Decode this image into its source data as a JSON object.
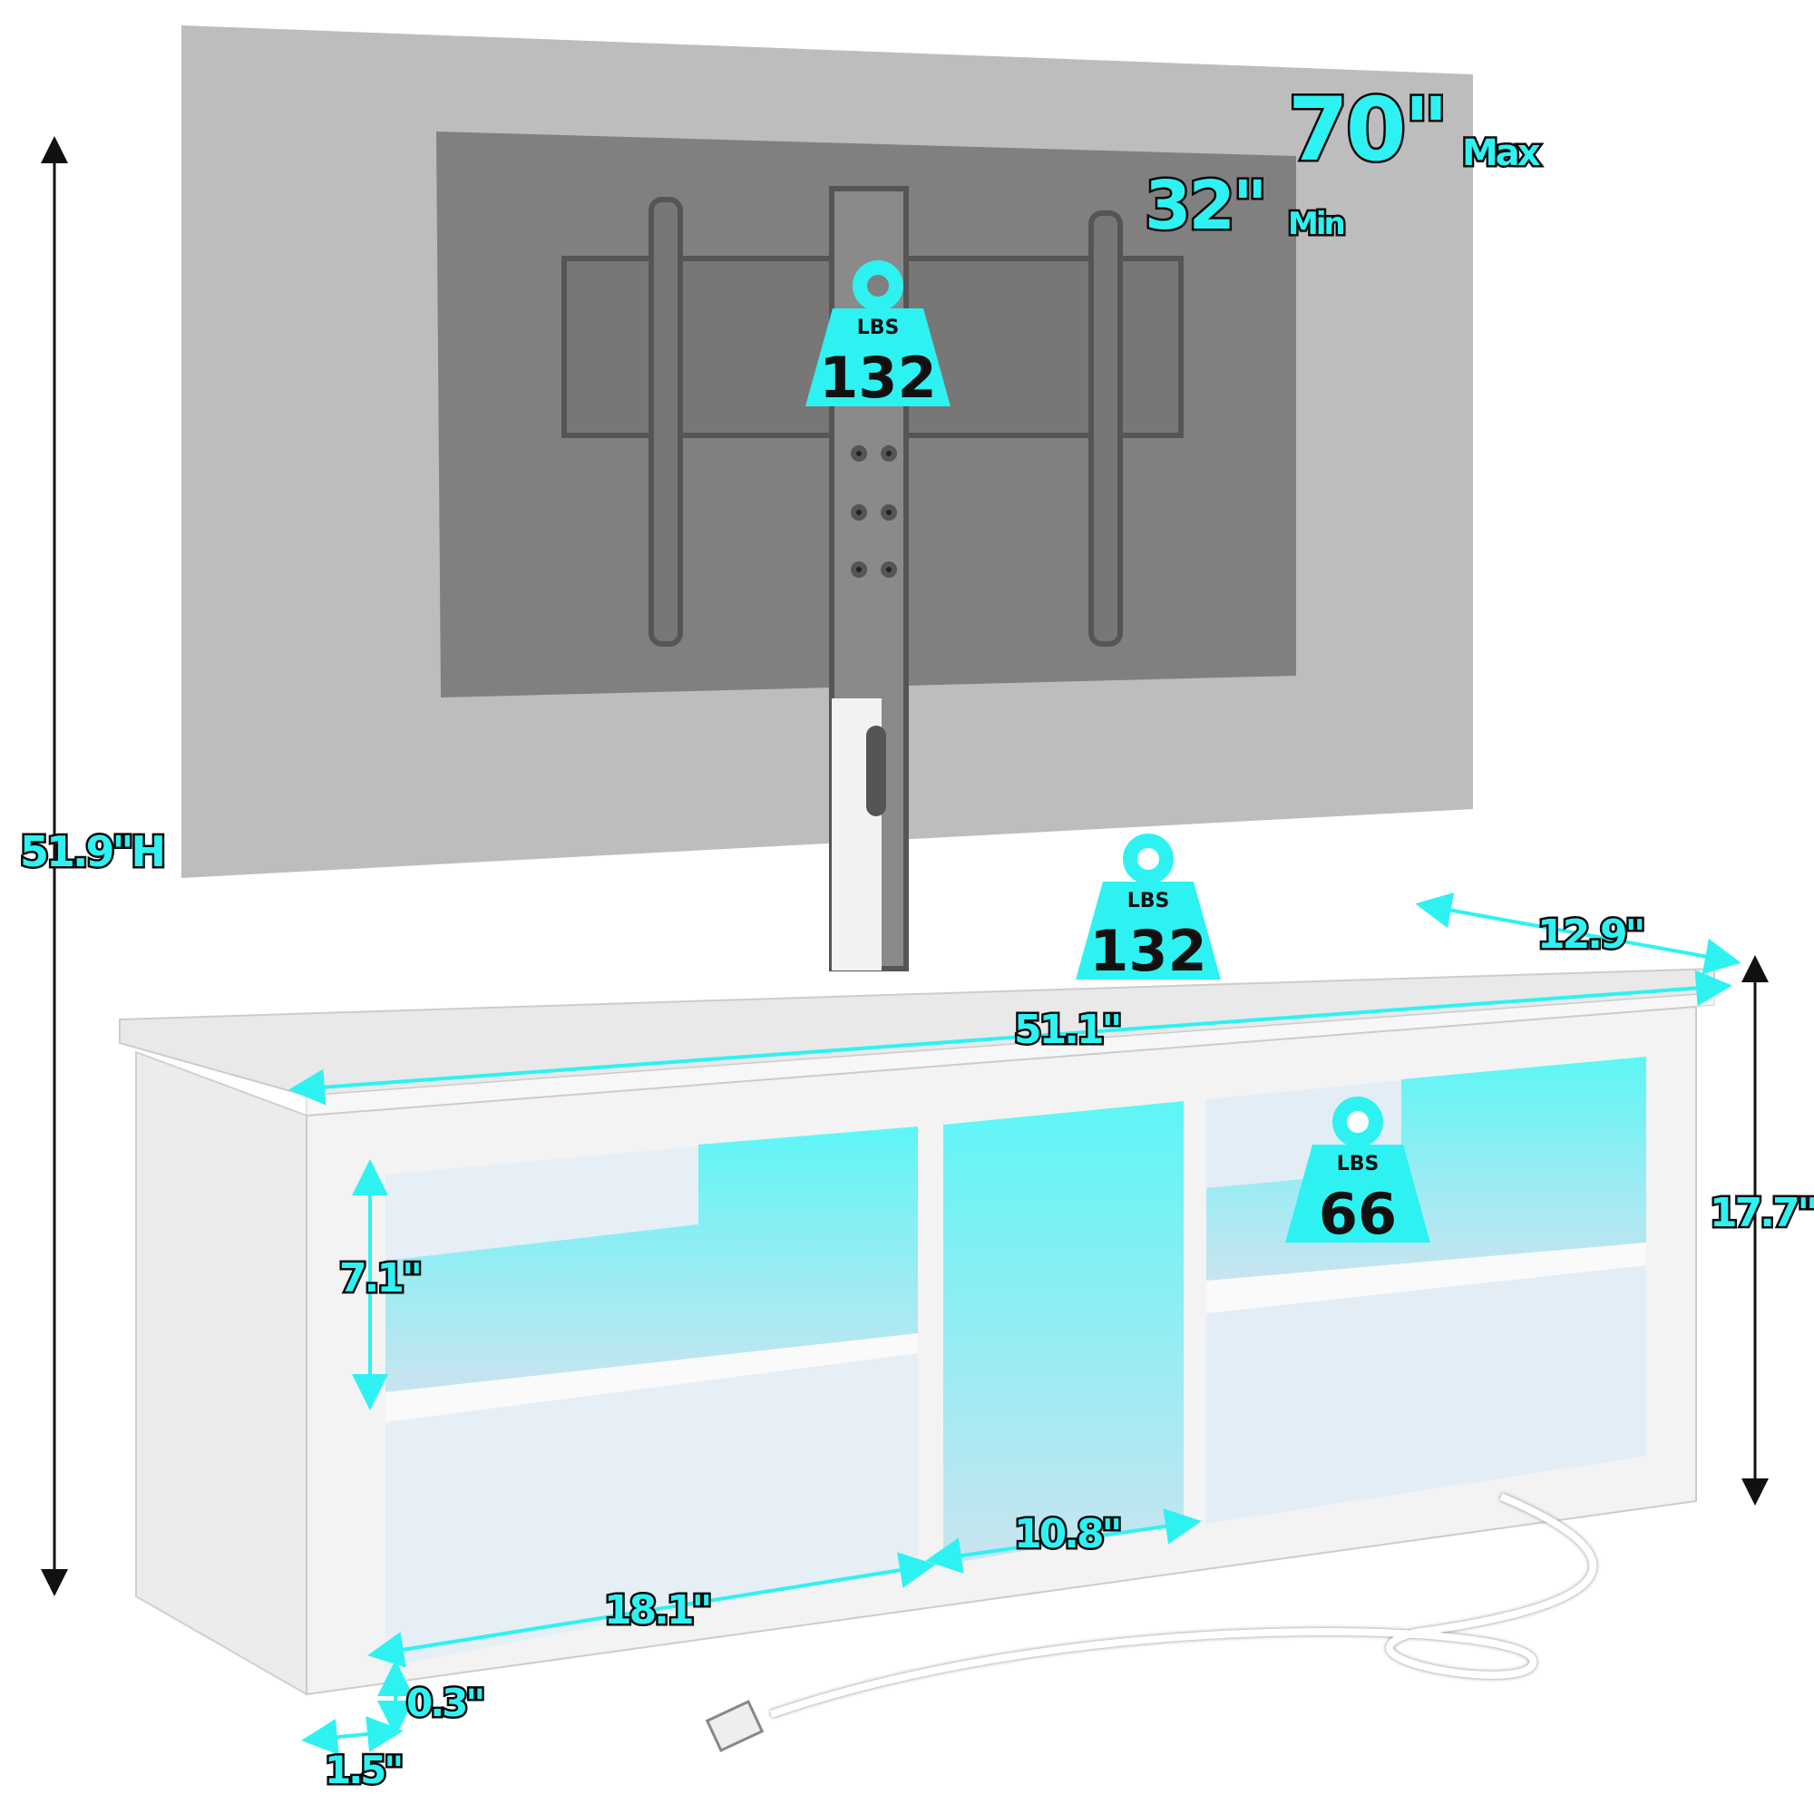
{
  "tv_sizes": {
    "max_value": "70\"",
    "max_label": "Max",
    "min_value": "32\"",
    "min_label": "Min"
  },
  "weights": [
    {
      "unit": "LBS",
      "value": "132"
    },
    {
      "unit": "LBS",
      "value": "132"
    },
    {
      "unit": "LBS",
      "value": "66"
    }
  ],
  "dimensions": {
    "total_height": "51.9\"H",
    "width": "51.1\"",
    "depth": "12.9\"",
    "stand_height": "17.7\"",
    "shelf_height": "7.1\"",
    "middle_width": "10.8\"",
    "side_width": "18.1\"",
    "bottom_gap": "0.3\"",
    "leg_width": "1.5\""
  },
  "colors": {
    "accent": "#2ef2f2",
    "tv_outer": "#bdbdbd",
    "tv_inner": "#808080",
    "stand": "#f4f4f4"
  }
}
